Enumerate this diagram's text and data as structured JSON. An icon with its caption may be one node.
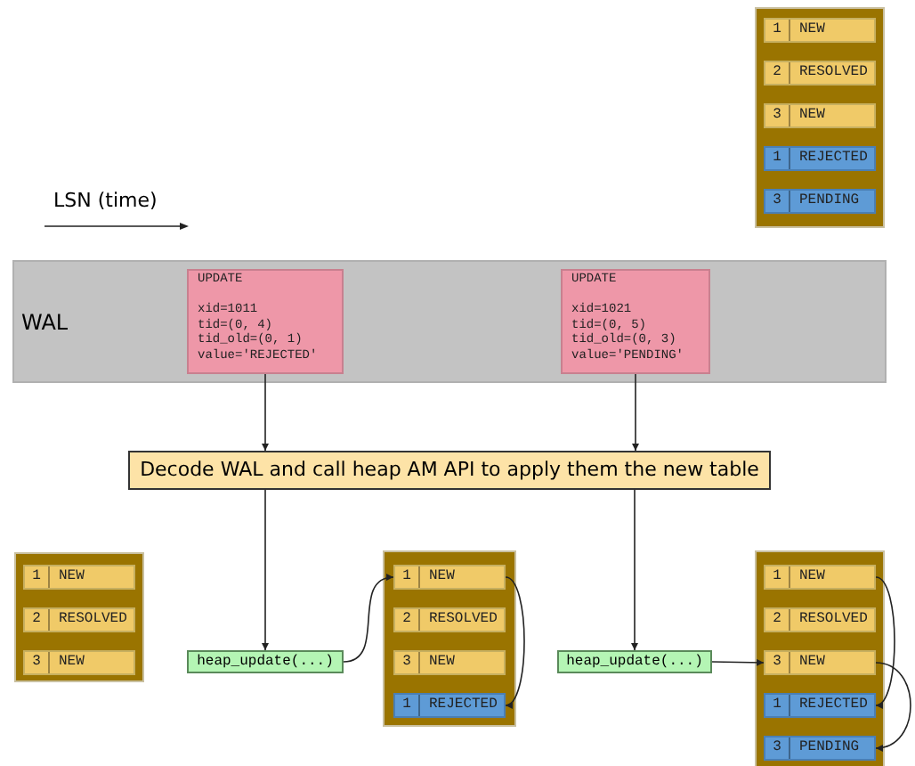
{
  "diagram": {
    "nodes": [
      {
        "text": [],
        "shape": "box"
      },
      {
        "text": [
          "1",
          "NEW"
        ],
        "in": 0
      },
      {
        "text": [
          "2",
          "RESOLVED"
        ],
        "in": 0
      },
      {
        "text": [
          "3",
          "NEW"
        ],
        "in": 0
      },
      {
        "text": [
          "1",
          "REJECTED"
        ],
        "in": 0
      },
      {
        "text": [
          "3",
          "PENDING"
        ],
        "in": 0
      },
      {
        "text": [
          "WAL"
        ]
      },
      {
        "text": [
          "UPDATE",
          "xid=1011",
          "tid=(0, 4)",
          "tid_old=(0, 1)",
          "value='REJECTED'"
        ],
        "in": 6
      },
      {
        "text": [
          "UPDATE",
          "xid=1021",
          "tid=(0, 5)",
          "tid_old=(0, 3)",
          "value='PENDING'"
        ],
        "in": 6
      },
      {
        "text": [
          "Decode WAL and call heap AM API to apply them the new table"
        ]
      },
      {
        "text": [],
        "shape": "box"
      },
      {
        "text": [
          "1",
          "NEW"
        ],
        "in": 10
      },
      {
        "text": [
          "2",
          "RESOLVED"
        ],
        "in": 10
      },
      {
        "text": [
          "3",
          "NEW"
        ],
        "in": 10
      },
      {
        "text": [
          "heap_update(...)"
        ]
      },
      {
        "text": [],
        "shape": "box"
      },
      {
        "text": [
          "1",
          "NEW"
        ],
        "in": 15
      },
      {
        "text": [
          "2",
          "RESOLVED"
        ],
        "in": 15
      },
      {
        "text": [
          "3",
          "NEW"
        ],
        "in": 15
      },
      {
        "text": [
          "1",
          "REJECTED"
        ],
        "in": 15
      },
      {
        "text": [
          "heap_update(...)"
        ]
      },
      {
        "text": [],
        "shape": "box"
      },
      {
        "text": [
          "1",
          "NEW"
        ],
        "in": 21
      },
      {
        "text": [
          "2",
          "RESOLVED"
        ],
        "in": 21
      },
      {
        "text": [
          "3",
          "NEW"
        ],
        "in": 21
      },
      {
        "text": [
          "1",
          "REJECTED"
        ],
        "in": 21
      },
      {
        "text": [
          "3",
          "PENDING"
        ],
        "in": 21
      }
    ],
    "edges": [
      {
        "from": 7,
        "to": 9,
        "arrow": "to"
      },
      {
        "from": 8,
        "to": 9,
        "arrow": "to"
      },
      {
        "from": 9,
        "to": 14,
        "arrow": "to"
      },
      {
        "from": 9,
        "to": 20,
        "arrow": "to"
      },
      {
        "from": 14,
        "to": 16,
        "arrow": "to"
      },
      {
        "from": 16,
        "to": 19,
        "arrow": "to"
      },
      {
        "from": 20,
        "to": 24,
        "arrow": "to"
      },
      {
        "from": 22,
        "to": 25,
        "arrow": "to"
      },
      {
        "from": 24,
        "to": 26,
        "arrow": "to"
      }
    ],
    "labels": [
      "LSN (time)"
    ]
  }
}
